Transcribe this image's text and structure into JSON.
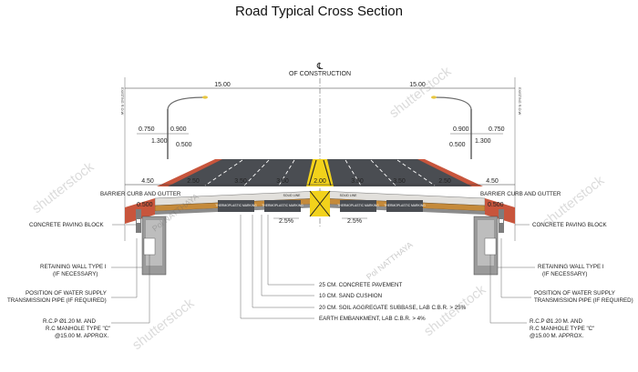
{
  "title": "Road Typical Cross Section",
  "centerline": {
    "symbol": "℄",
    "label": "OF CONSTRUCTION"
  },
  "dimensions": {
    "half_width_left": "15.00",
    "half_width_right": "15.00",
    "row_left_label": "EXISTING R.O.W",
    "row_right_label": "EXISTING R.O.W",
    "light_offsets_left": [
      "0.750",
      "0.900",
      "1.300",
      "0.500"
    ],
    "light_offsets_right": [
      "0.900",
      "0.750",
      "0.500",
      "1.300"
    ],
    "lanes": [
      "4.50",
      "2.50",
      "3.50",
      "3.50",
      "2.00",
      "3.50",
      "3.50",
      "2.50",
      "4.50"
    ],
    "gutter_left": "0.500",
    "gutter_right": "0.500"
  },
  "markings": [
    "THERMOPLASTIC MARKING",
    "SOLID LINE",
    "SOLID LINE"
  ],
  "slopes": [
    "2.5%",
    "2.5%"
  ],
  "labels": {
    "barrier_left": "BARRIER CURB AND GUTTER",
    "barrier_right": "BARRIER CURB AND GUTTER",
    "paving_left": "CONCRETE PAVING BLOCK",
    "paving_right": "CONCRETE PAVING BLOCK",
    "wall_left": [
      "RETAINING WALL TYPE I",
      "(IF NECESSARY)"
    ],
    "wall_right": [
      "RETAINING WALL TYPE I",
      "(IF NECESSARY)"
    ],
    "water_left": [
      "POSITION OF WATER SUPPLY",
      "TRANSMISSION PIPE (IF REQUIRED)"
    ],
    "water_right": [
      "POSITION OF WATER SUPPLY",
      "TRANSMISSION PIPE (IF REQUIRED)"
    ],
    "manhole_left": [
      "R.C.P   Ø1.20 M. AND",
      "R.C MANHOLE TYPE \"C\"",
      "@15.00 M. APPROX."
    ],
    "manhole_right": [
      "R.C.P   Ø1.20 M. AND",
      "R.C MANHOLE TYPE \"C\"",
      "@15.00 M. APPROX."
    ]
  },
  "layers": [
    "25 CM. CONCRETE PAVEMENT",
    "10 CM. SAND CUSHION",
    "20 CM. SOIL AGGREGATE SUBBASE, LAB C.B.R. > 25%",
    "EARTH EMBANKMENT, LAB C.B.R. > 4%"
  ],
  "watermarks": {
    "brand": "shutterstock",
    "author": "Pol NATTHAYA"
  },
  "colors": {
    "asphalt": "#4a4d52",
    "curb": "#c8553c",
    "median_yellow": "#f2d21b",
    "base": "#c58a3a",
    "structure": "#7d7d7d"
  }
}
